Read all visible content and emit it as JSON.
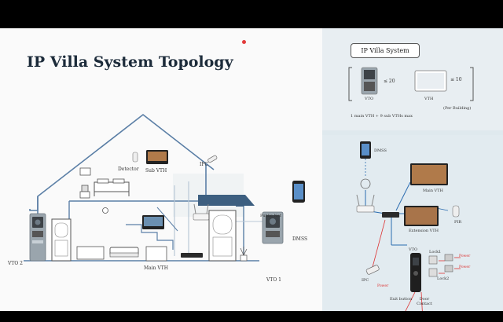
{
  "left": {
    "title": "IP Villa System Topology",
    "labels": {
      "detector": "Detector",
      "sub_vth": "Sub VTH",
      "ipc": "IPC",
      "public_net": "Public Net",
      "dmss": "DMSS",
      "main_vth": "Main VTH",
      "vto2": "VTO 2",
      "vto1": "VTO 1"
    }
  },
  "right_top": {
    "badge": "IP Villa System",
    "vto_limit": "≤ 20",
    "vth_limit": "≤ 10",
    "vto_label": "VTO",
    "vth_label": "VTH",
    "per_building": "(Per Building)",
    "max_note": "1 main VTH + 9 sub VTHs max"
  },
  "right_bottom": {
    "labels": {
      "dmss": "DMSS",
      "main_vth": "Main VTH",
      "extension_vth": "Extension VTH",
      "pir": "PIR",
      "vto": "VTO",
      "lock1": "Lock1",
      "lock2": "Lock2",
      "ipc": "IPC",
      "power_a": "Power",
      "power_b": "Power",
      "power_c": "Power",
      "exit_button": "Exit button",
      "door_contact": "Door Contact"
    }
  },
  "colors": {
    "house_line": "#5b7fa6",
    "roof_fill": "#3d5f80",
    "cable_blue": "#2b6cb0",
    "cable_red": "#d33",
    "right_panel": "#dfe9ee"
  }
}
